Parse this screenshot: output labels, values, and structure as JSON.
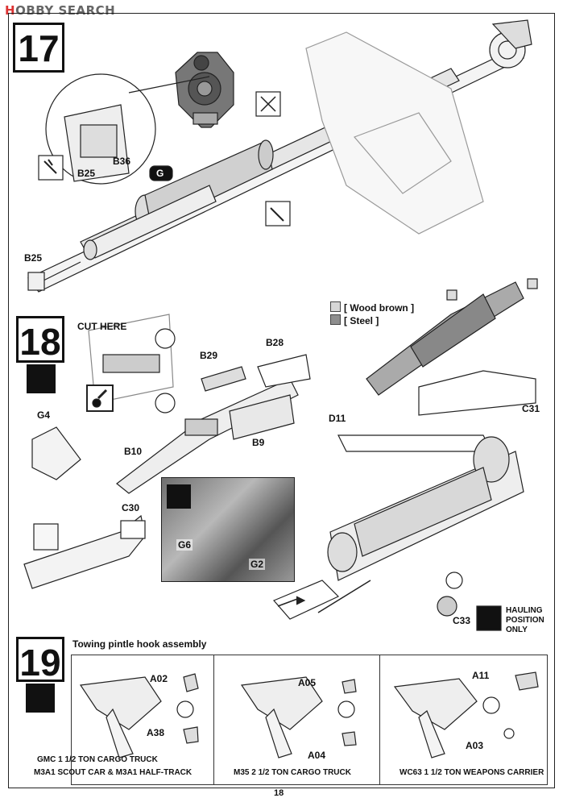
{
  "watermark": {
    "brand_h": "H",
    "brand_rest": "OBBY SEARCH"
  },
  "steps": {
    "step17": {
      "number": "17"
    },
    "step18": {
      "number": "18"
    },
    "step19": {
      "number": "19",
      "title": "Towing pintle hook assembly"
    }
  },
  "parts": {
    "b25_top": "B25",
    "b36": "B36",
    "b25_bottom": "B25",
    "g_tag": "G",
    "b29": "B29",
    "b28": "B28",
    "b10": "B10",
    "b9": "B9",
    "g4": "G4",
    "c30": "C30",
    "g6": "G6",
    "g2": "G2",
    "d11": "D11",
    "c31": "C31",
    "c33": "C33",
    "a02": "A02",
    "a38": "A38",
    "a05": "A05",
    "a04": "A04",
    "a11": "A11",
    "a03": "A03"
  },
  "annotations": {
    "cut_here": "CUT HERE"
  },
  "legend": {
    "wood": {
      "label": "[ Wood brown ]",
      "color": "#d7d7d7"
    },
    "steel": {
      "label": "[ Steel ]",
      "color": "#8e8e8e"
    }
  },
  "hauling": {
    "line1": "HAULING",
    "line2": "POSITION",
    "line3": "ONLY"
  },
  "vehicles": {
    "v1_line1": "GMC 1 1/2 TON CARGO  TRUCK",
    "v1_line2": "M3A1 SCOUT CAR &  M3A1 HALF-TRACK",
    "v2": "M35  2 1/2 TON CARGO TRUCK",
    "v3": "WC63  1 1/2 TON WEAPONS CARRIER"
  },
  "page_number": "18"
}
